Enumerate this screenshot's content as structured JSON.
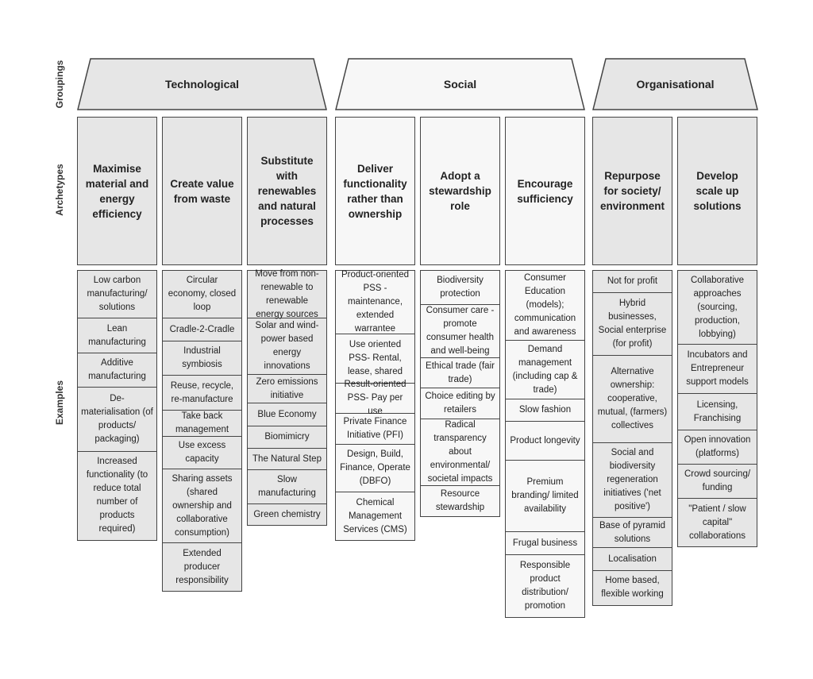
{
  "row_labels": {
    "groupings": "Groupings",
    "archetypes": "Archetypes",
    "examples": "Examples"
  },
  "groupings": [
    {
      "label": "Technological",
      "fill": "#e6e6e6"
    },
    {
      "label": "Social",
      "fill": "#f7f7f7"
    },
    {
      "label": "Organisational",
      "fill": "#e6e6e6"
    }
  ],
  "columns": [
    {
      "archetype": "Maximise material and energy efficiency",
      "shade": "gray",
      "examples": [
        "Low carbon manufacturing/ solutions",
        "Lean manufacturing",
        "Additive manufacturing",
        "De-materialisation (of products/ packaging)",
        "Increased functionality (to reduce total number of products required)"
      ]
    },
    {
      "archetype": "Create value from waste",
      "shade": "gray",
      "examples": [
        "Circular economy, closed loop",
        "Cradle-2-Cradle",
        "Industrial symbiosis",
        "Reuse, recycle, re-manufacture",
        "Take back management",
        "Use excess capacity",
        "Sharing assets (shared ownership and collaborative consumption)",
        "Extended producer responsibility"
      ]
    },
    {
      "archetype": "Substitute with renewables and natural processes",
      "shade": "gray",
      "examples": [
        "Move from non-renewable to renewable energy sources",
        "Solar and wind-power based energy innovations",
        "Zero emissions initiative",
        "Blue Economy",
        "Biomimicry",
        "The Natural Step",
        "Slow manufacturing",
        "Green chemistry"
      ]
    },
    {
      "archetype": "Deliver functionality rather than ownership",
      "shade": "white",
      "examples": [
        "Product-oriented PSS - maintenance, extended warrantee",
        "Use oriented PSS- Rental, lease, shared",
        "Result-oriented PSS- Pay per use",
        "Private Finance Initiative (PFI)",
        "Design, Build, Finance, Operate (DBFO)",
        "Chemical Management Services (CMS)"
      ]
    },
    {
      "archetype": "Adopt a stewardship role",
      "shade": "white",
      "examples": [
        "Biodiversity protection",
        "Consumer care - promote consumer health and well-being",
        "Ethical trade (fair trade)",
        "Choice editing by retailers",
        "Radical transparency about environmental/ societal impacts",
        "Resource stewardship"
      ]
    },
    {
      "archetype": "Encourage sufficiency",
      "shade": "white",
      "examples": [
        "Consumer Education (models); communication and awareness",
        "Demand management (including cap & trade)",
        "Slow fashion",
        "Product longevity",
        "Premium branding/ limited availability",
        "Frugal business",
        "Responsible product distribution/ promotion"
      ]
    },
    {
      "archetype": "Repurpose for society/ environment",
      "shade": "gray",
      "examples": [
        "Not for profit",
        "Hybrid businesses, Social enterprise (for profit)",
        "Alternative ownership: cooperative, mutual, (farmers) collectives",
        "Social and biodiversity regeneration initiatives ('net positive')",
        "Base of pyramid solutions",
        "Localisation",
        "Home based, flexible working"
      ]
    },
    {
      "archetype": "Develop scale up solutions",
      "shade": "gray",
      "examples": [
        "Collaborative approaches (sourcing, production, lobbying)",
        "Incubators and Entrepreneur support models",
        "Licensing, Franchising",
        "Open innovation (platforms)",
        "Crowd sourcing/ funding",
        "\"Patient / slow capital\" collaborations"
      ]
    }
  ]
}
